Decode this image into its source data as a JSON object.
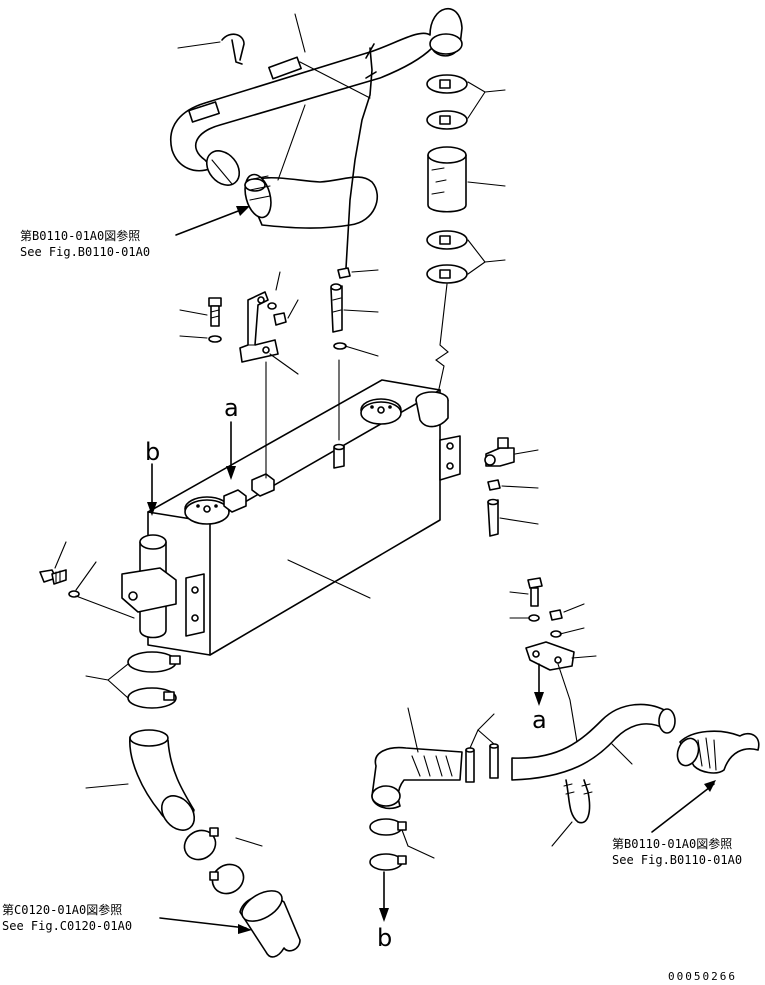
{
  "references": {
    "top_left": {
      "jp": "第B0110-01A0図参照",
      "en": "See Fig.B0110-01A0"
    },
    "bottom_right": {
      "jp": "第B0110-01A0図参照",
      "en": "See Fig.B0110-01A0"
    },
    "bottom_left": {
      "jp": "第C0120-01A0図参照",
      "en": "See Fig.C0120-01A0"
    }
  },
  "markers": {
    "a_top": "a",
    "b_top": "b",
    "a_bottom": "a",
    "b_bottom": "b"
  },
  "drawing_code": "00050266"
}
